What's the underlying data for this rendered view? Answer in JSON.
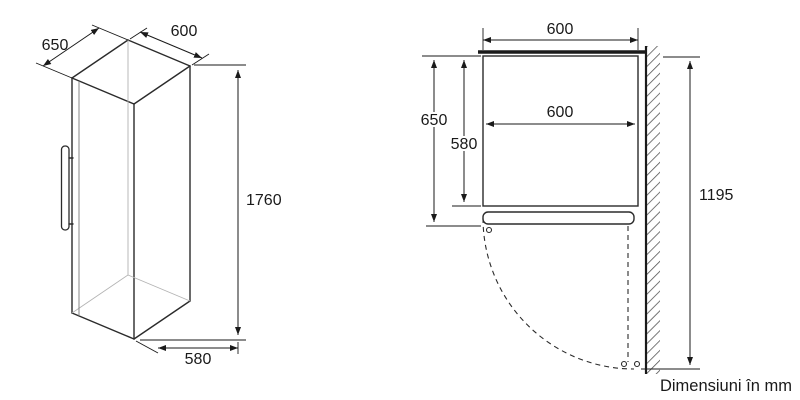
{
  "caption": "Dimensiuni în mm",
  "colors": {
    "line": "#1a1a1a",
    "background": "#ffffff"
  },
  "front_view": {
    "depth_top_mm": "650",
    "width_top_mm": "600",
    "height_mm": "1760",
    "depth_bottom_mm": "580"
  },
  "top_view": {
    "width_overall_mm": "600",
    "width_inner_mm": "600",
    "depth_with_door_mm": "650",
    "depth_cabinet_mm": "580",
    "door_open_clearance_mm": "1195"
  }
}
